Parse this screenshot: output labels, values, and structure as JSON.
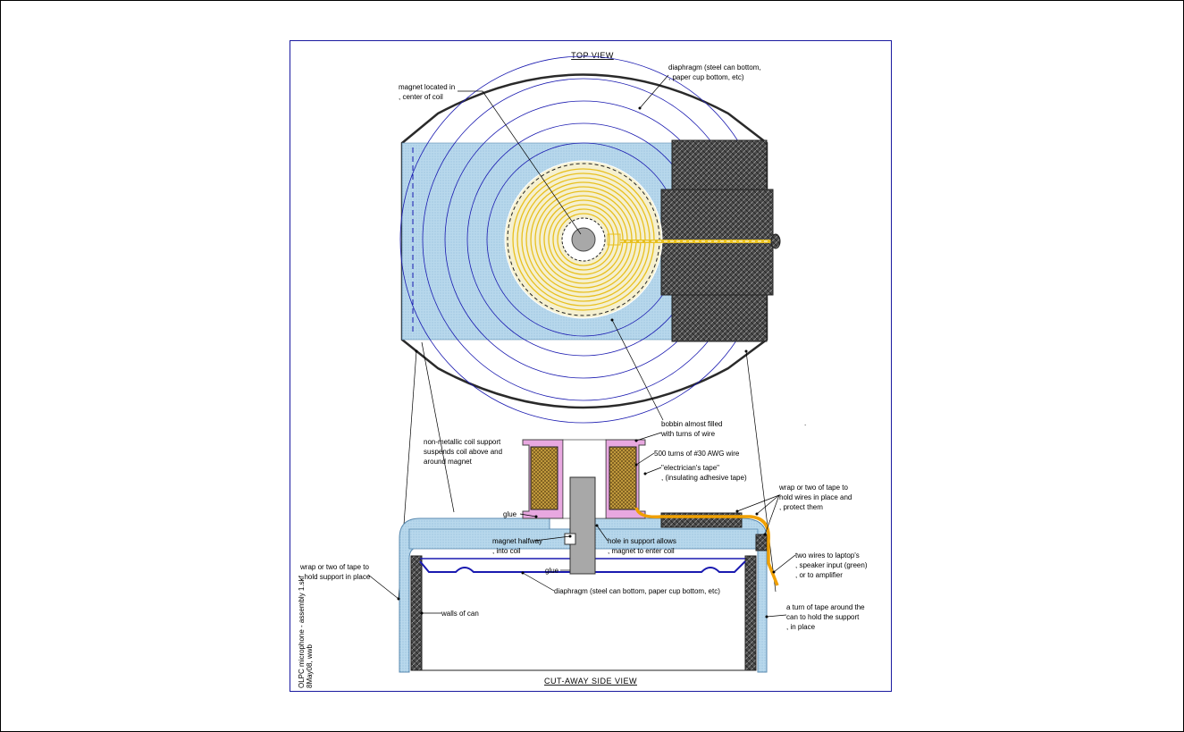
{
  "titles": {
    "top_view": "TOP VIEW",
    "side_view": "CUT-AWAY SIDE VIEW"
  },
  "labels": {
    "magnet_center": [
      "magnet located in",
      ", center of coil"
    ],
    "diaphragm_top": [
      "diaphragm (steel can bottom,",
      ", paper cup bottom, etc)"
    ],
    "bobbin": [
      "bobbin almost filled",
      "with turns of wire"
    ],
    "coil_support": [
      "non-metallic coil support",
      "suspends coil above and",
      "around magnet"
    ],
    "turns": [
      "500 turns of #30 AWG wire"
    ],
    "tape": [
      "\"electrician's tape\"",
      ", (insulating adhesive tape)"
    ],
    "wrap_wires": [
      "wrap or two of tape to",
      "hold wires in place and",
      ", protect them"
    ],
    "glue_top": [
      "glue"
    ],
    "magnet_halfway": [
      "magnet halfway",
      ", into coil"
    ],
    "hole_support": [
      "hole in support allows",
      ", magnet to enter coil"
    ],
    "glue_bottom": [
      "glue"
    ],
    "diaphragm_side": [
      "diaphragm (steel can bottom, paper cup bottom, etc)"
    ],
    "two_wires": [
      "two wires to laptop's",
      ", speaker input (green)",
      ", or to amplifier"
    ],
    "wrap_support": [
      "wrap or two of tape to",
      ", hold support in place"
    ],
    "walls": [
      "walls of can"
    ],
    "turn_tape": [
      "a turn of tape around the",
      "can to hold the support",
      ", in place"
    ],
    "stray_mark": "."
  },
  "credits": {
    "line1": "OLPC microphone - assembly 1.skf",
    "line2": "8May08, wwb"
  },
  "colors": {
    "frame_blue": "#1a1aa0",
    "support_fill": "#b5d6ea",
    "coil_wire": "#e8c020",
    "bobbin_pink": "#e8a8e0",
    "magnet_gray": "#a8a8a8",
    "lead_wire": "#f0a000",
    "tape_dark": "#3a3a3a",
    "diaphragm_line": "#1a1ab0",
    "can_wall": "#303030"
  }
}
